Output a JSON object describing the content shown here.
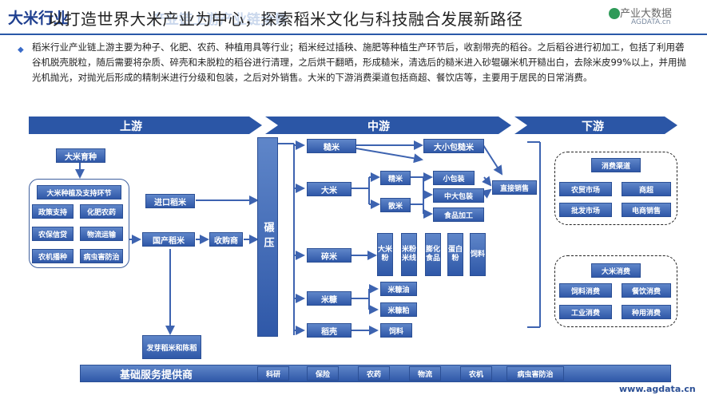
{
  "header": {
    "title": "大米行业",
    "faded_text": "产业链上游产业链全景",
    "overlay_text": "以打造世界大米产业为中心，探索稻米文化与科技融合发展新路径",
    "brand_name": "产业大数据",
    "brand_url": "AGDATA.cn"
  },
  "intro_text": "稻米行业产业链上游主要为种子、化肥、农药、种植用具等行业；稻米经过插秧、施肥等种植生产环节后，收割带壳的稻谷。之后稻谷进行初加工，包括了利用砻谷机脱壳脱粒，随后需要将杂质、碎壳和未脱粒的稻谷进行清理，之后烘干翻晒，形成糙米，清选后的糙米进入砂辊碾米机开糙出白，去除米皮99%以上，并用抛光机抛光，对抛光后形成的精制米进行分级和包装，之后对外销售。大米的下游消费渠道包括商超、餐饮店等，主要用于居民的日常消费。",
  "sections": {
    "upstream": "上游",
    "midstream": "中游",
    "downstream": "下游"
  },
  "upstream": {
    "breeding": "大米育种",
    "planting_title": "大米种植及支持环节",
    "planting_items": [
      "政策支持",
      "化肥农药",
      "农保信贷",
      "物流运输",
      "农机播种",
      "病虫害防治"
    ],
    "imported_rice": "进口稻米",
    "domestic_rice": "国产稻米",
    "purchaser": "收购商",
    "sprouted_rice": "发芽稻米和陈稻"
  },
  "midstream": {
    "milling": "碾压",
    "brown_rice": "糙米",
    "small_pack": "大小包糙米",
    "rice": "大米",
    "refined": "精米",
    "small_pack_rice": "小包装",
    "bulk": "散米",
    "mid_large_pack": "中大包装",
    "food_processing": "食品加工",
    "direct_sales": "直接销售",
    "broken_rice": "碎米",
    "broken_products": [
      "大米粉",
      "米粉米线",
      "膨化食品",
      "蛋白粉",
      "饲料"
    ],
    "bran": "米糠",
    "bran_oil": "米糠油",
    "bran_meal": "米糠粕",
    "husk": "稻壳",
    "feed": "饲料"
  },
  "downstream": {
    "channels_title": "消费渠道",
    "channels": [
      "农贸市场",
      "商超",
      "批发市场",
      "电商销售"
    ],
    "consumption_title": "大米消费",
    "consumption": [
      "饲料消费",
      "餐饮消费",
      "工业消费",
      "种用消费"
    ]
  },
  "services": {
    "title": "基础服务提供商",
    "items": [
      "科研",
      "保险",
      "农药",
      "物流",
      "农机",
      "病虫害防治"
    ]
  },
  "footer_url": "www.agdata.cn",
  "colors": {
    "box_top": "#5f86c9",
    "box_bottom": "#2f58a8",
    "banner": "#2b56a6",
    "line": "#2a58a8",
    "arrow": "#3d63b0"
  }
}
